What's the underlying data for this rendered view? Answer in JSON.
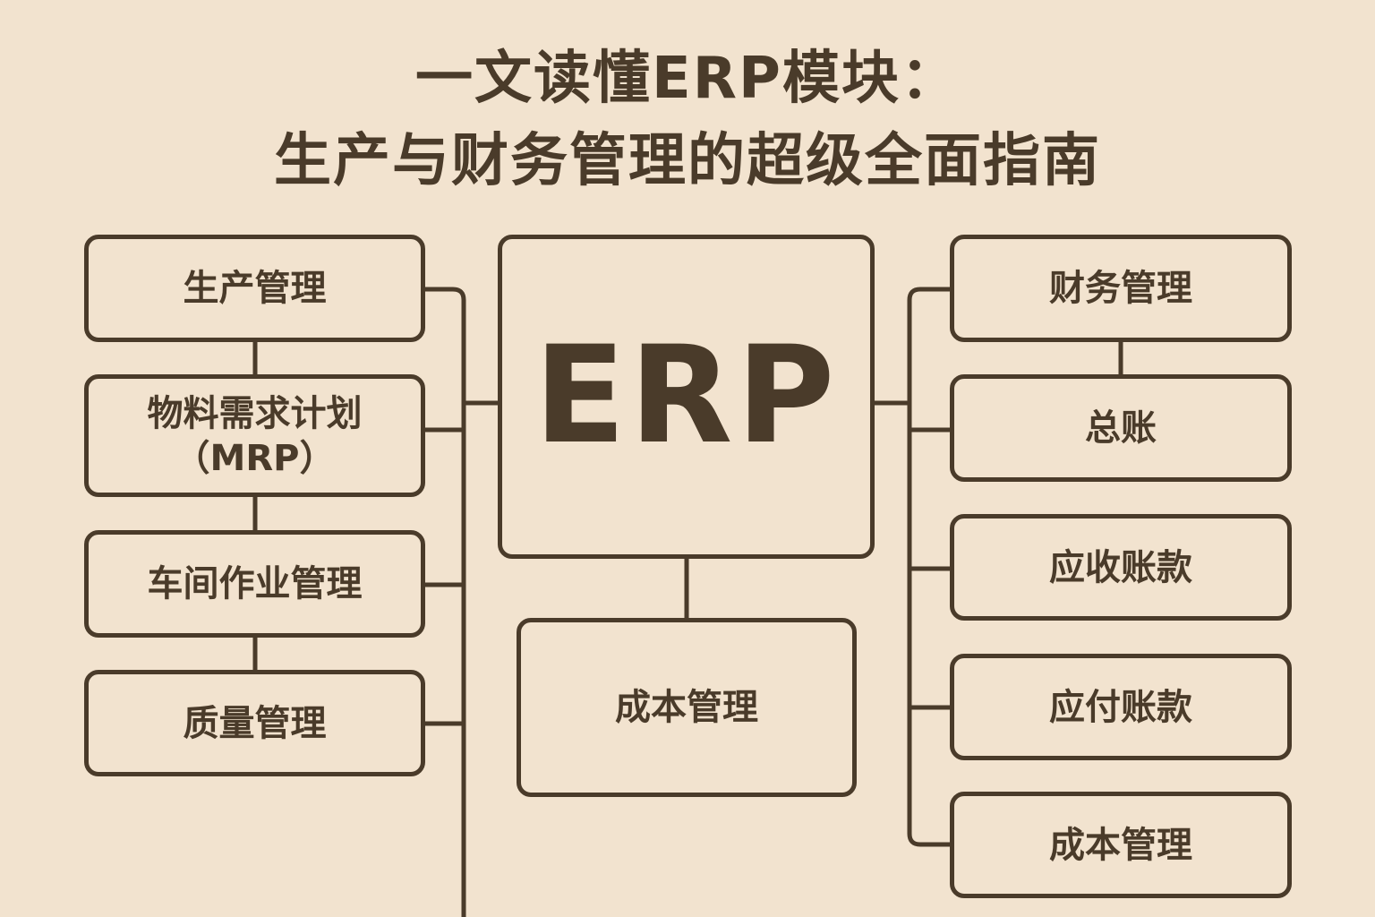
{
  "title": {
    "line1": "一文读懂ERP模块：",
    "line2": "生产与财务管理的超级全面指南"
  },
  "center": {
    "label": "ERP"
  },
  "bottom": {
    "label": "成本管理"
  },
  "left": [
    {
      "label": "生产管理"
    },
    {
      "label": "物料需求计划\n（MRP）"
    },
    {
      "label": "车间作业管理"
    },
    {
      "label": "质量管理"
    }
  ],
  "right": [
    {
      "label": "财务管理"
    },
    {
      "label": "总账"
    },
    {
      "label": "应收账款"
    },
    {
      "label": "应付账款"
    },
    {
      "label": "成本管理"
    }
  ],
  "colors": {
    "background": "#f2e3cf",
    "ink": "#4a3b2a"
  }
}
